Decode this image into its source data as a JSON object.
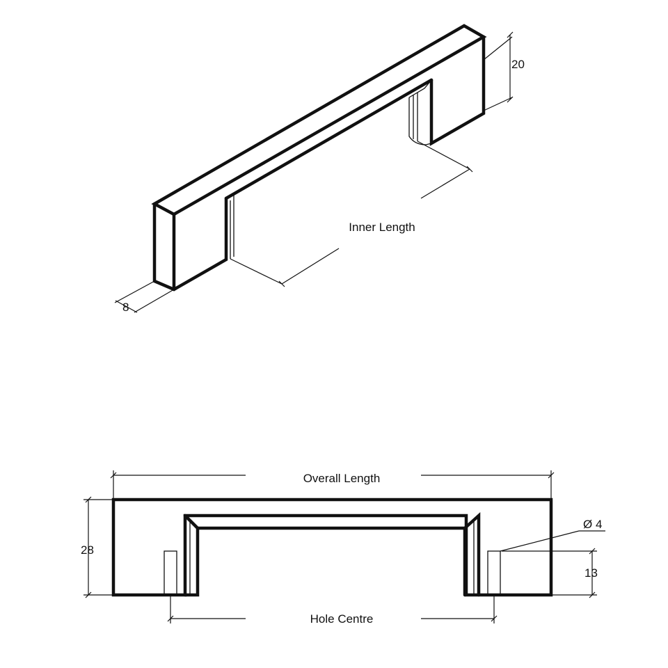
{
  "isometric_view": {
    "height_value": "20",
    "width_value": "8",
    "inner_length_label": "Inner Length"
  },
  "front_view": {
    "overall_length_label": "Overall Length",
    "height_value": "28",
    "hole_diameter_label": "Ø 4",
    "hole_depth_value": "13",
    "hole_centre_label": "Hole Centre"
  }
}
